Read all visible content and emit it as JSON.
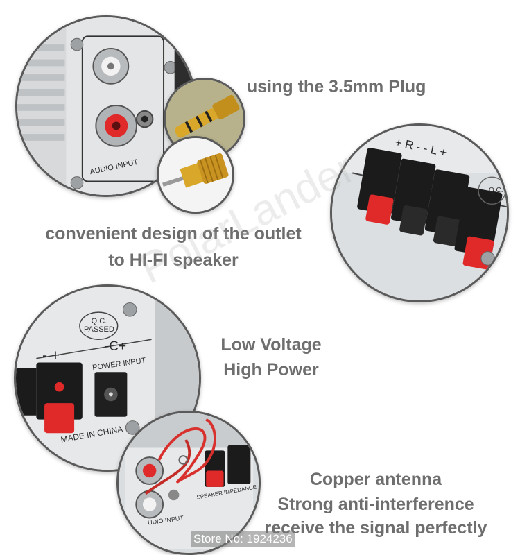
{
  "captions": {
    "plug": "using the 3.5mm Plug",
    "outlet_line1": "convenient design of the outlet",
    "outlet_line2": "to HI-FI speaker",
    "power_line1": "Low Voltage",
    "power_line2": "High Power",
    "antenna_line1": "Copper antenna",
    "antenna_line2": "Strong anti-interference",
    "antenna_line3": "receive the signal perfectly"
  },
  "watermark": "PolarLander",
  "store": "Store No: 1924236",
  "photo_labels": {
    "audio_input": "AUDIO INPUT",
    "speaker_rl": "+ R - - L +",
    "qc_passed": "Q.C. PASSED",
    "qc_line1": "Q.C.",
    "qc_line2": "PASSED",
    "power_polarity": "- +",
    "dc_symbol": "-C+",
    "power_input": "POWER INPUT",
    "made_in_china": "MADE IN CHINA",
    "speaker_impedance": "SPEAKER IMPEDANCE",
    "audio_input_short": "UDIO INPUT"
  },
  "colors": {
    "caption_text": "#6e6e6e",
    "terminal_red": "#e02a2a",
    "terminal_black": "#1b1b1b",
    "gold": "#d9a72a",
    "panel_silver": "#cfd2d4"
  }
}
